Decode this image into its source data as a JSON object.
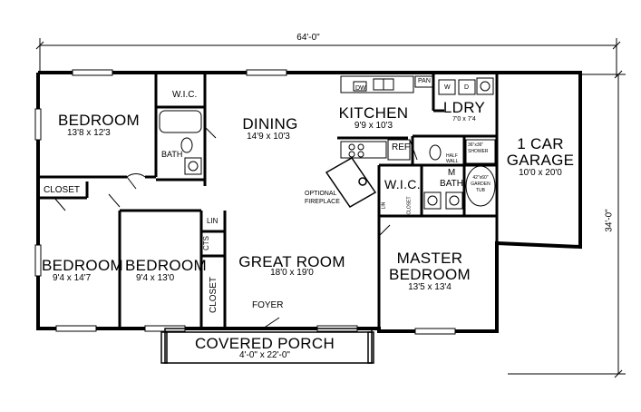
{
  "dimensions": {
    "width": "64'-0\"",
    "depth": "34'-0\""
  },
  "rooms": {
    "bedroom1": {
      "name": "BEDROOM",
      "size": "13'8 x 12'3"
    },
    "wic1": {
      "name": "W.I.C."
    },
    "bath1": {
      "name": "BATH"
    },
    "dining": {
      "name": "DINING",
      "size": "14'9 x 10'3"
    },
    "kitchen": {
      "name": "KITCHEN",
      "size": "9'9 x 10'3"
    },
    "pan": {
      "name": "PAN"
    },
    "ldry": {
      "name": "LDRY",
      "size": "7'0 x 7'4"
    },
    "washer": {
      "name": "W"
    },
    "dryer": {
      "name": "D"
    },
    "garage": {
      "name_line1": "1 CAR",
      "name_line2": "GARAGE",
      "size": "10'0 x 20'0"
    },
    "ref": {
      "name": "REF"
    },
    "half_wall": {
      "name_line1": "HALF",
      "name_line2": "WALL"
    },
    "fireplace": {
      "name_line1": "OPTIONAL",
      "name_line2": "FIREPLACE"
    },
    "wic2": {
      "name": "W.I.C."
    },
    "mbath": {
      "name_line1": "M",
      "name_line2": "BATH"
    },
    "shower": {
      "name_line1": "36\"x36\"",
      "name_line2": "SHOWER"
    },
    "tub": {
      "name_line1": "42\"x60\"",
      "name_line2": "GARDEN",
      "name_line3": "TUB"
    },
    "lin_small": {
      "name": "LIN"
    },
    "closet_small": {
      "name": "CLOSET"
    },
    "bedroom2": {
      "name": "BEDROOM",
      "size": "9'4 x 14'7"
    },
    "bedroom3": {
      "name": "BEDROOM",
      "size": "9'4 x 13'0"
    },
    "lin": {
      "name": "LIN"
    },
    "cts": {
      "name": "CTS"
    },
    "closet_hall": {
      "name": "CLOSET"
    },
    "great_room": {
      "name": "GREAT ROOM",
      "size": "18'0 x 19'0"
    },
    "foyer": {
      "name": "FOYER"
    },
    "master": {
      "name_line1": "MASTER",
      "name_line2": "BEDROOM",
      "size": "13'5 x 13'4"
    },
    "porch": {
      "name": "COVERED PORCH",
      "size": "4'-0\" x 22'-0\""
    }
  },
  "appliance_labels": {
    "dw": "DW"
  }
}
